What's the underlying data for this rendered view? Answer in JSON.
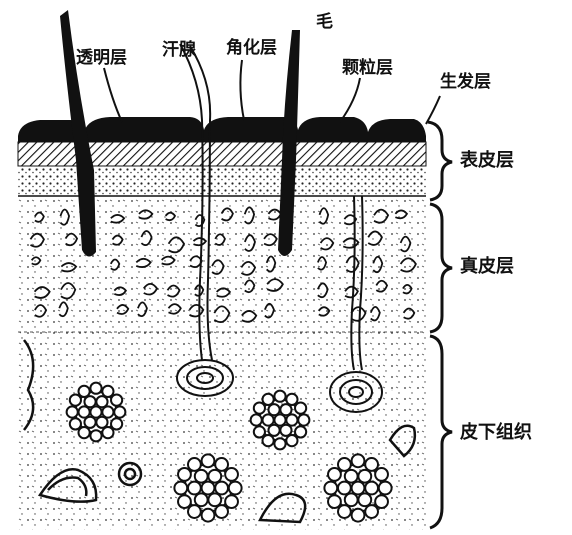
{
  "labels": {
    "transparent_layer": "透明层",
    "sweat_gland": "汗腺",
    "horny_layer": "角化层",
    "hair": "毛",
    "granular_layer": "颗粒层",
    "germinal_layer": "生发层",
    "epidermis": "表皮层",
    "dermis": "真皮层",
    "subcutaneous_tissue": "皮下组织"
  },
  "colors": {
    "ink": "#111111",
    "paper": "#ffffff"
  }
}
